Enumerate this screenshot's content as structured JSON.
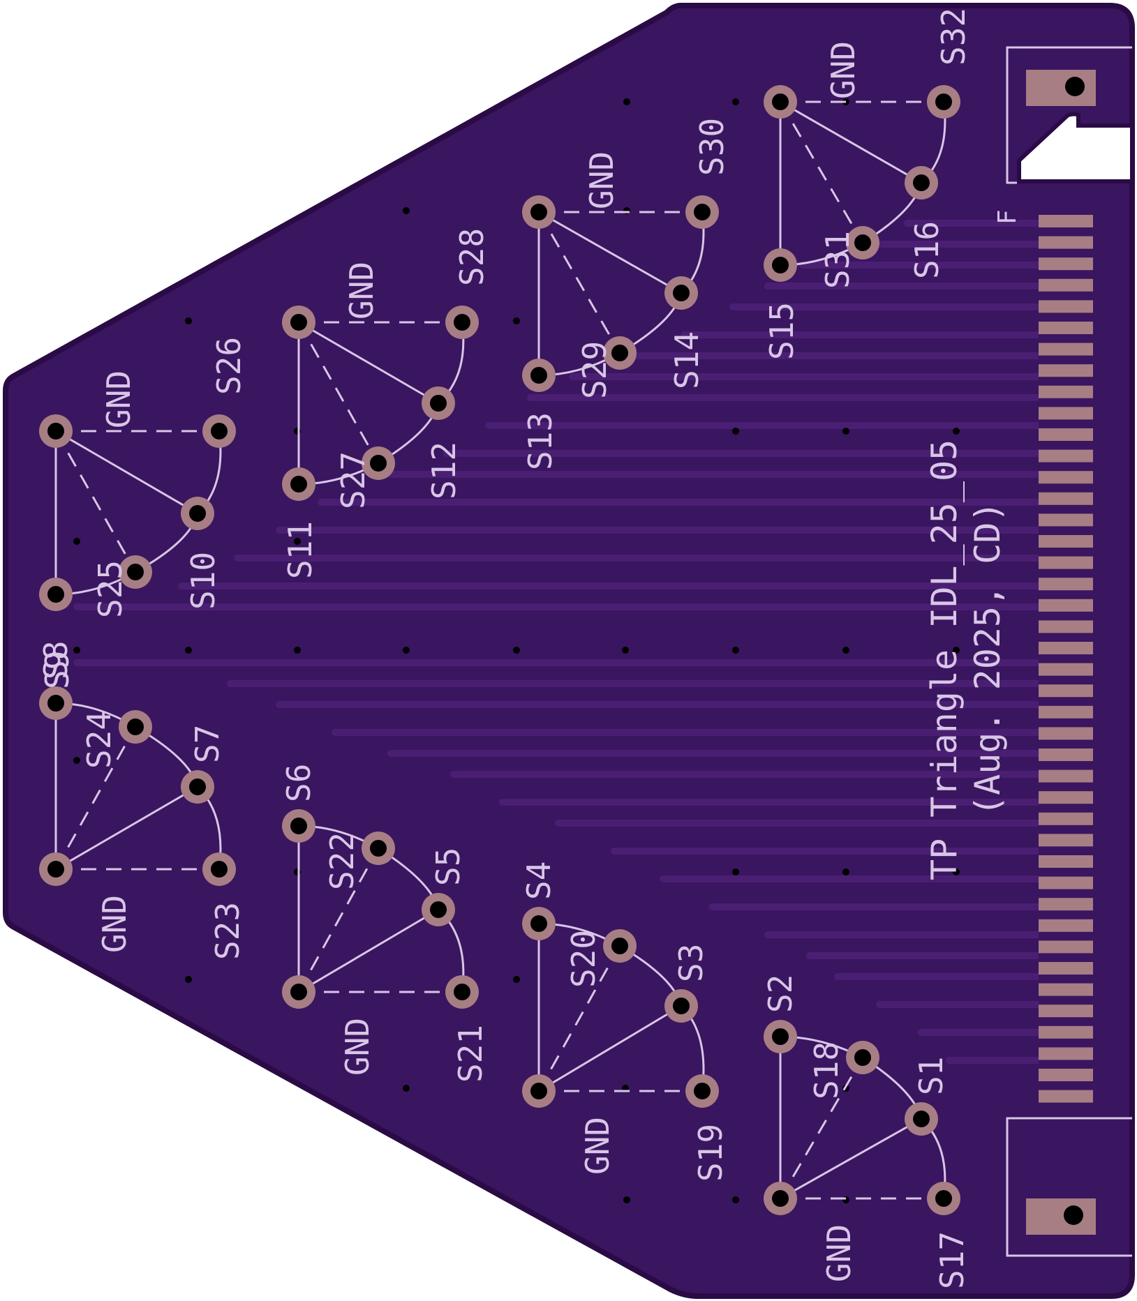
{
  "board": {
    "title_line1": "TP Triangle IDL_25_05",
    "title_line2": "(Aug. 2025, CD)",
    "edge_label": "F",
    "colors": {
      "substrate": "#3a1560",
      "outline": "#2a0b45",
      "trace": "#4a1f73",
      "copper": "#a77e83",
      "drill": "#000000",
      "silk": "#d8c6e6"
    }
  },
  "clusters": [
    {
      "id": "c1",
      "labels": {
        "tl": "S9",
        "mid": "S25",
        "right": "S10",
        "top_right": "S26",
        "gnd": "GND"
      }
    },
    {
      "id": "c2",
      "labels": {
        "tl": "S11",
        "mid": "S27",
        "right": "S12",
        "top_right": "S28",
        "gnd": "GND"
      }
    },
    {
      "id": "c3",
      "labels": {
        "tl": "S13",
        "mid": "S29",
        "right": "S14",
        "top_right": "S30",
        "gnd": "GND"
      }
    },
    {
      "id": "c4",
      "labels": {
        "tl": "S15",
        "mid": "S31",
        "right": "S16",
        "top_right": "S32",
        "gnd": "GND"
      }
    },
    {
      "id": "c5",
      "labels": {
        "tl": "S8",
        "mid": "S24",
        "right": "S7",
        "bot_right": "S23",
        "gnd": "GND"
      }
    },
    {
      "id": "c6",
      "labels": {
        "tl": "S6",
        "mid": "S22",
        "right": "S5",
        "bot_right": "S21",
        "gnd": "GND"
      }
    },
    {
      "id": "c7",
      "labels": {
        "tl": "S4",
        "mid": "S20",
        "right": "S3",
        "bot_right": "S19",
        "gnd": "GND"
      }
    },
    {
      "id": "c8",
      "labels": {
        "tl": "S2",
        "mid": "S18",
        "right": "S1",
        "bot_right": "S17",
        "gnd": "GND"
      }
    }
  ]
}
